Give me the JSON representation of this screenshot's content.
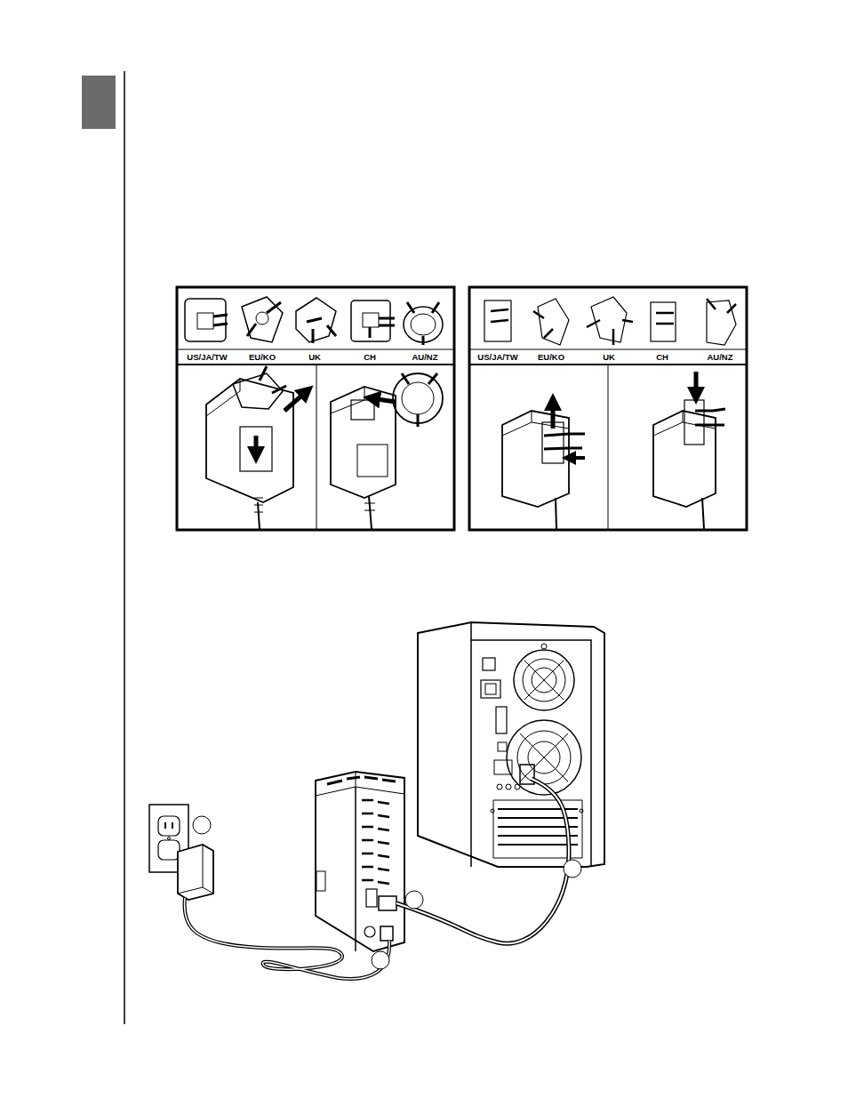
{
  "diagram": {
    "labels": [
      "US/JA/TW",
      "EU/KO",
      "UK",
      "CH",
      "AU/NZ",
      "US/JA/TW",
      "EU/KO",
      "UK",
      "CH",
      "AU/NZ"
    ]
  }
}
